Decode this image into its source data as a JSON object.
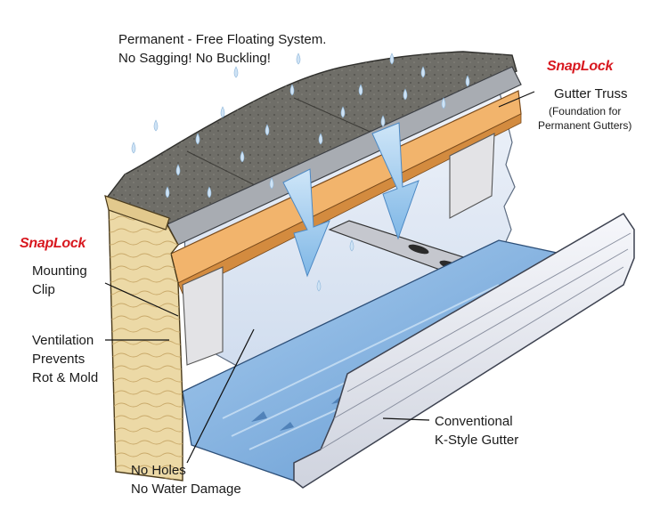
{
  "title_lines": [
    "Permanent - Free Floating System.",
    "No Sagging!  No Buckling!"
  ],
  "brand": "SnapLock",
  "gutter_truss": {
    "label": "Gutter Truss",
    "note_lines": [
      "(Foundation for",
      "Permanent Gutters)"
    ]
  },
  "mounting_clip_lines": [
    "Mounting",
    "Clip"
  ],
  "ventilation_lines": [
    "Ventilation",
    "Prevents",
    "Rot & Mold"
  ],
  "k_style_lines": [
    "Conventional",
    "K-Style Gutter"
  ],
  "no_holes_lines": [
    "No Holes",
    "No Water Damage"
  ],
  "colors": {
    "brand_red": "#d8181f",
    "wood": "#ecd9a6",
    "shingle": "#6f6e68",
    "water": "#7fb1dc",
    "gutter": "#e6e8f0",
    "flow_arrow": "#8ec2ea"
  }
}
